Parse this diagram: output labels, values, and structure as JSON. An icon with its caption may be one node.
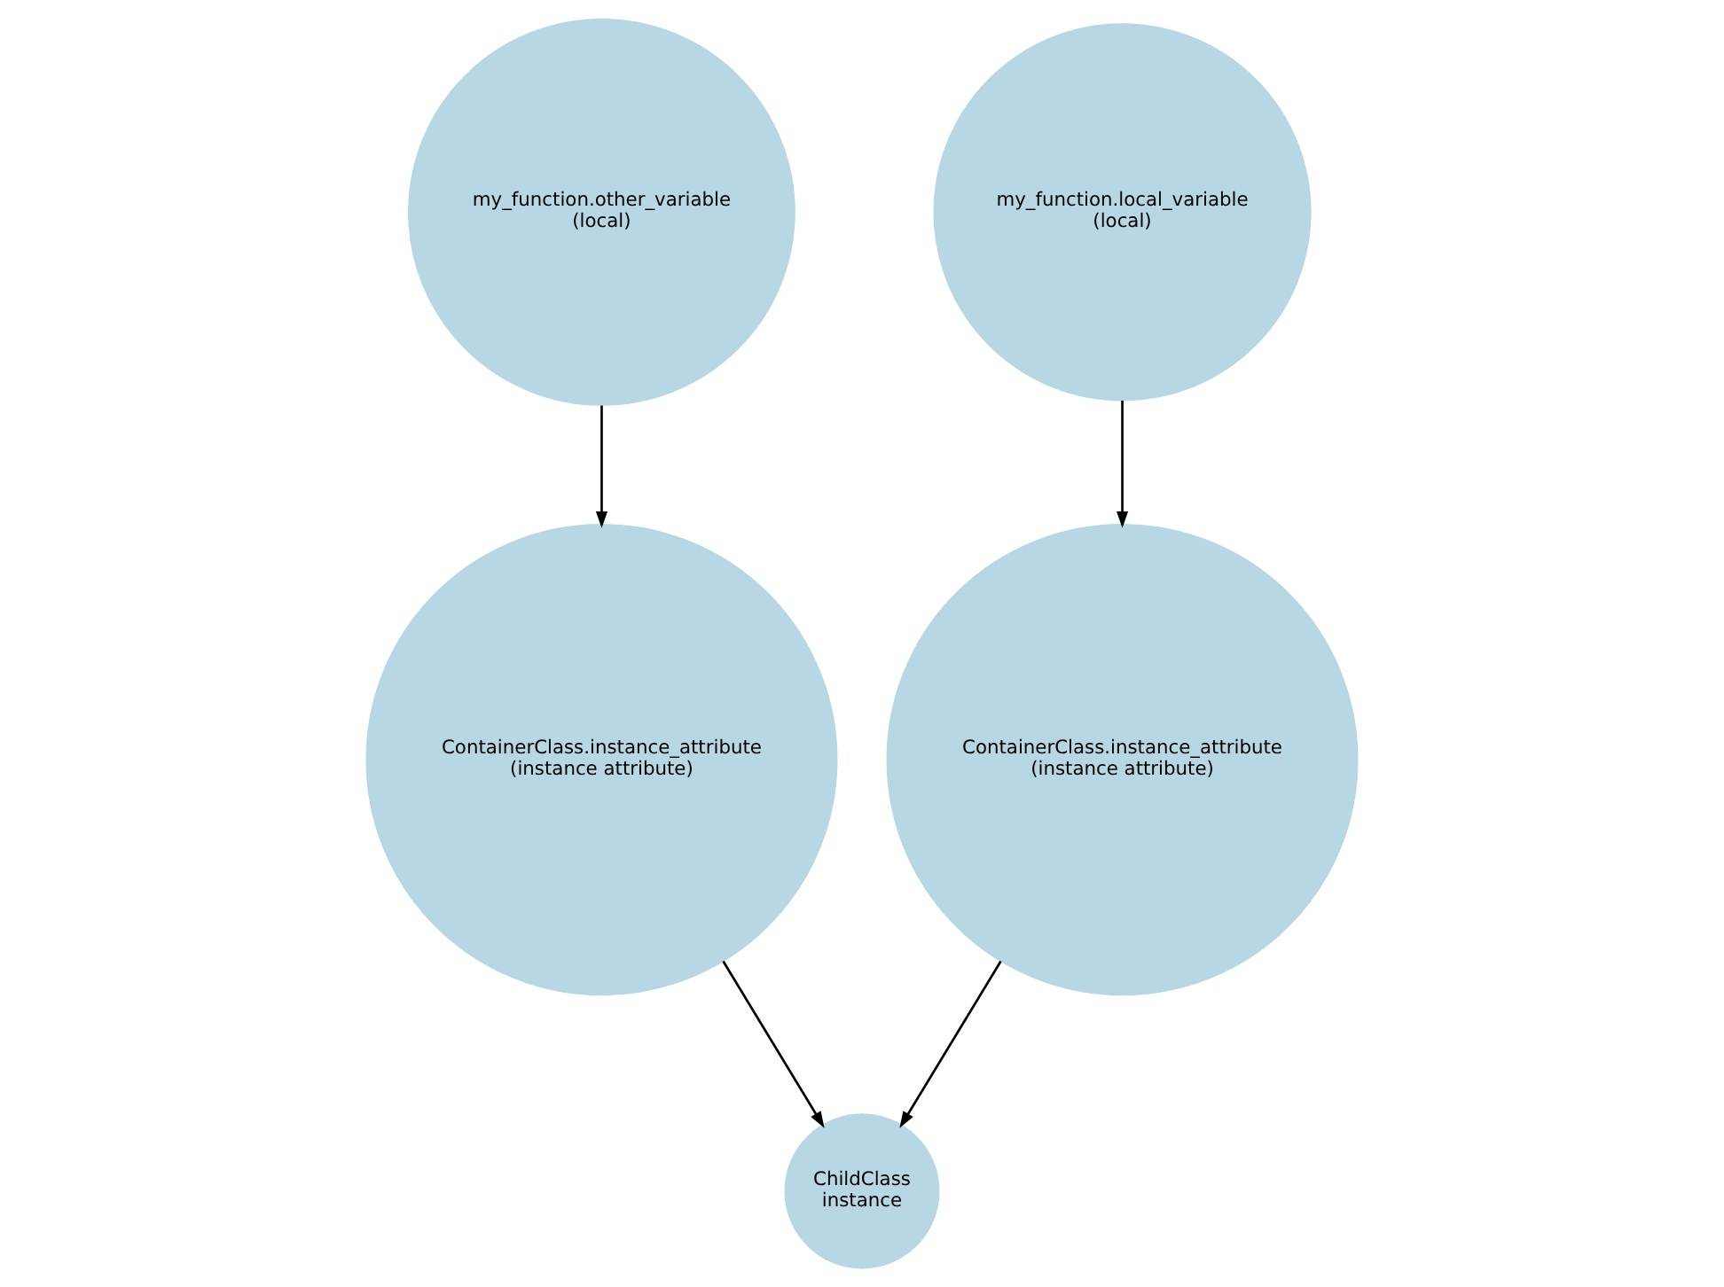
{
  "diagram": {
    "nodes": [
      {
        "text": [
          "my_function.other_variable",
          "(local)"
        ]
      },
      {
        "text": [
          "my_function.local_variable",
          "(local)"
        ]
      },
      {
        "text": [
          "ContainerClass.instance_attribute",
          "(instance attribute)"
        ]
      },
      {
        "text": [
          "ContainerClass.instance_attribute",
          "(instance attribute)"
        ]
      },
      {
        "text": [
          "ChildClass",
          "instance"
        ]
      }
    ],
    "edges": [
      {
        "from": 0,
        "to": 2,
        "arrow": "to"
      },
      {
        "from": 1,
        "to": 3,
        "arrow": "to"
      },
      {
        "from": 2,
        "to": 4,
        "arrow": "to"
      },
      {
        "from": 3,
        "to": 4,
        "arrow": "to"
      }
    ]
  }
}
